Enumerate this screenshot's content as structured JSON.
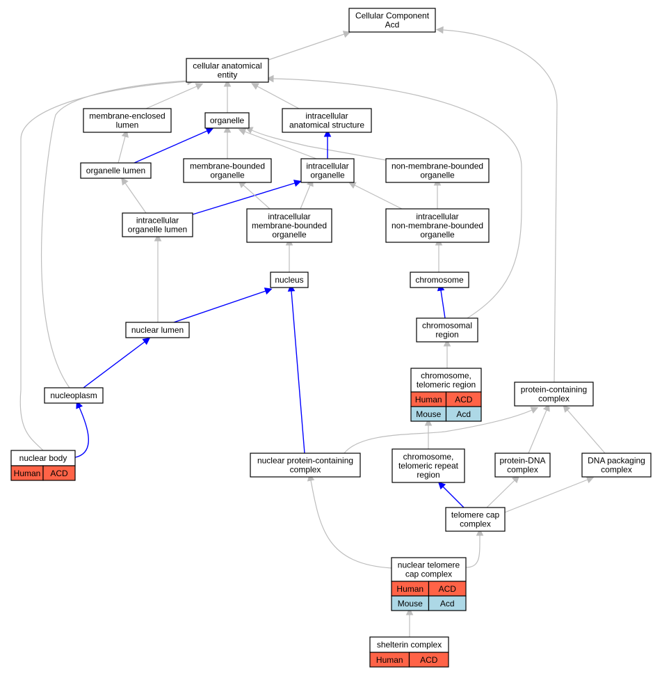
{
  "colors": {
    "human": "#ff6347",
    "mouse": "#add8e6",
    "is_a_edge": "#bdbdbd",
    "part_of_edge": "#0000ff"
  },
  "nodes": [
    {
      "id": "cc",
      "lines": [
        "Cellular Component",
        "Acd"
      ]
    },
    {
      "id": "cae",
      "lines": [
        "cellular anatomical",
        "entity"
      ]
    },
    {
      "id": "mel",
      "lines": [
        "membrane-enclosed",
        "lumen"
      ]
    },
    {
      "id": "org",
      "lines": [
        "organelle"
      ]
    },
    {
      "id": "ias",
      "lines": [
        "intracellular",
        "anatomical structure"
      ]
    },
    {
      "id": "orglum",
      "lines": [
        "organelle lumen"
      ]
    },
    {
      "id": "mbo",
      "lines": [
        "membrane-bounded",
        "organelle"
      ]
    },
    {
      "id": "io",
      "lines": [
        "intracellular",
        "organelle"
      ]
    },
    {
      "id": "nmbo",
      "lines": [
        "non-membrane-bounded",
        "organelle"
      ]
    },
    {
      "id": "iol",
      "lines": [
        "intracellular",
        "organelle lumen"
      ]
    },
    {
      "id": "imbo",
      "lines": [
        "intracellular",
        "membrane-bounded",
        "organelle"
      ]
    },
    {
      "id": "inmbo",
      "lines": [
        "intracellular",
        "non-membrane-bounded",
        "organelle"
      ]
    },
    {
      "id": "nucleus",
      "lines": [
        "nucleus"
      ]
    },
    {
      "id": "chrom",
      "lines": [
        "chromosome"
      ]
    },
    {
      "id": "nuclum",
      "lines": [
        "nuclear lumen"
      ]
    },
    {
      "id": "chromreg",
      "lines": [
        "chromosomal",
        "region"
      ]
    },
    {
      "id": "ctr",
      "lines": [
        "chromosome,",
        "telomeric region"
      ],
      "annotations": [
        [
          "Human",
          "ACD"
        ],
        [
          "Mouse",
          "Acd"
        ]
      ]
    },
    {
      "id": "nucleo",
      "lines": [
        "nucleoplasm"
      ]
    },
    {
      "id": "pcc",
      "lines": [
        "protein-containing",
        "complex"
      ]
    },
    {
      "id": "nb",
      "lines": [
        "nuclear body"
      ],
      "annotations": [
        [
          "Human",
          "ACD"
        ]
      ]
    },
    {
      "id": "npcc",
      "lines": [
        "nuclear protein-containing",
        "complex"
      ]
    },
    {
      "id": "ctrr",
      "lines": [
        "chromosome,",
        "telomeric repeat",
        "region"
      ]
    },
    {
      "id": "pdna",
      "lines": [
        "protein-DNA",
        "complex"
      ]
    },
    {
      "id": "dnapc",
      "lines": [
        "DNA packaging",
        "complex"
      ]
    },
    {
      "id": "tcc",
      "lines": [
        "telomere cap",
        "complex"
      ]
    },
    {
      "id": "ntcc",
      "lines": [
        "nuclear telomere",
        "cap complex"
      ],
      "annotations": [
        [
          "Human",
          "ACD"
        ],
        [
          "Mouse",
          "Acd"
        ]
      ]
    },
    {
      "id": "shelterin",
      "lines": [
        "shelterin complex"
      ],
      "annotations": [
        [
          "Human",
          "ACD"
        ]
      ]
    }
  ],
  "edges": [
    {
      "from": "cae",
      "to": "cc",
      "type": "is_a"
    },
    {
      "from": "pcc",
      "to": "cc",
      "type": "is_a"
    },
    {
      "from": "mel",
      "to": "cae",
      "type": "is_a"
    },
    {
      "from": "org",
      "to": "cae",
      "type": "is_a"
    },
    {
      "from": "ias",
      "to": "cae",
      "type": "is_a"
    },
    {
      "from": "nucleo",
      "to": "cae",
      "type": "is_a"
    },
    {
      "from": "nb",
      "to": "cae",
      "type": "is_a"
    },
    {
      "from": "chromreg",
      "to": "cae",
      "type": "is_a"
    },
    {
      "from": "orglum",
      "to": "mel",
      "type": "is_a"
    },
    {
      "from": "orglum",
      "to": "org",
      "type": "part_of"
    },
    {
      "from": "mbo",
      "to": "org",
      "type": "is_a"
    },
    {
      "from": "io",
      "to": "org",
      "type": "is_a"
    },
    {
      "from": "nmbo",
      "to": "org",
      "type": "is_a"
    },
    {
      "from": "io",
      "to": "ias",
      "type": "part_of"
    },
    {
      "from": "iol",
      "to": "orglum",
      "type": "is_a"
    },
    {
      "from": "iol",
      "to": "io",
      "type": "part_of"
    },
    {
      "from": "imbo",
      "to": "mbo",
      "type": "is_a"
    },
    {
      "from": "imbo",
      "to": "io",
      "type": "is_a"
    },
    {
      "from": "inmbo",
      "to": "io",
      "type": "is_a"
    },
    {
      "from": "inmbo",
      "to": "nmbo",
      "type": "is_a"
    },
    {
      "from": "nucleus",
      "to": "imbo",
      "type": "is_a"
    },
    {
      "from": "chrom",
      "to": "inmbo",
      "type": "is_a"
    },
    {
      "from": "nuclum",
      "to": "iol",
      "type": "is_a"
    },
    {
      "from": "nuclum",
      "to": "nucleus",
      "type": "part_of"
    },
    {
      "from": "npcc",
      "to": "nucleus",
      "type": "part_of"
    },
    {
      "from": "chromreg",
      "to": "chrom",
      "type": "part_of"
    },
    {
      "from": "ctr",
      "to": "chromreg",
      "type": "is_a"
    },
    {
      "from": "nucleo",
      "to": "nuclum",
      "type": "part_of"
    },
    {
      "from": "nb",
      "to": "nucleo",
      "type": "part_of"
    },
    {
      "from": "npcc",
      "to": "pcc",
      "type": "is_a"
    },
    {
      "from": "pdna",
      "to": "pcc",
      "type": "is_a"
    },
    {
      "from": "dnapc",
      "to": "pcc",
      "type": "is_a"
    },
    {
      "from": "ctrr",
      "to": "ctr",
      "type": "is_a"
    },
    {
      "from": "tcc",
      "to": "ctrr",
      "type": "part_of"
    },
    {
      "from": "tcc",
      "to": "pdna",
      "type": "is_a"
    },
    {
      "from": "tcc",
      "to": "dnapc",
      "type": "is_a"
    },
    {
      "from": "ntcc",
      "to": "npcc",
      "type": "is_a"
    },
    {
      "from": "ntcc",
      "to": "tcc",
      "type": "is_a"
    },
    {
      "from": "shelterin",
      "to": "ntcc",
      "type": "is_a"
    }
  ]
}
